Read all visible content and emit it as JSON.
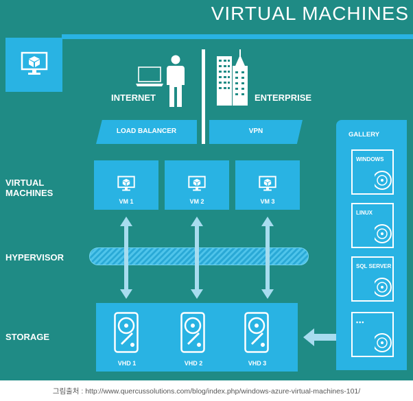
{
  "title": "VIRTUAL MACHINES",
  "internet_label": "INTERNET",
  "enterprise_label": "ENTERPRISE",
  "load_balancer_label": "LOAD BALANCER",
  "vpn_label": "VPN",
  "rows": {
    "virtual_machines_line1": "VIRTUAL",
    "virtual_machines_line2": "MACHINES",
    "hypervisor": "HYPERVISOR",
    "storage": "STORAGE"
  },
  "vms": [
    "VM 1",
    "VM 2",
    "VM 3"
  ],
  "vhds": [
    "VHD 1",
    "VHD 2",
    "VHD 3"
  ],
  "gallery": {
    "title": "GALLERY",
    "items": [
      "WINDOWS",
      "LINUX",
      "SQL SERVER",
      "•••"
    ]
  },
  "footer": "그림출처 : http://www.quercussolutions.com/blog/index.php/windows-azure-virtual-machines-101/",
  "colors": {
    "background": "#1f8b85",
    "accent": "#29b3e3",
    "arrow": "#a8dcef"
  },
  "icons": [
    "monitor-icon",
    "laptop-icon",
    "person-icon",
    "building-icon",
    "hard-disk-icon",
    "disk-icon",
    "bidirectional-arrow-icon",
    "left-arrow-icon"
  ]
}
